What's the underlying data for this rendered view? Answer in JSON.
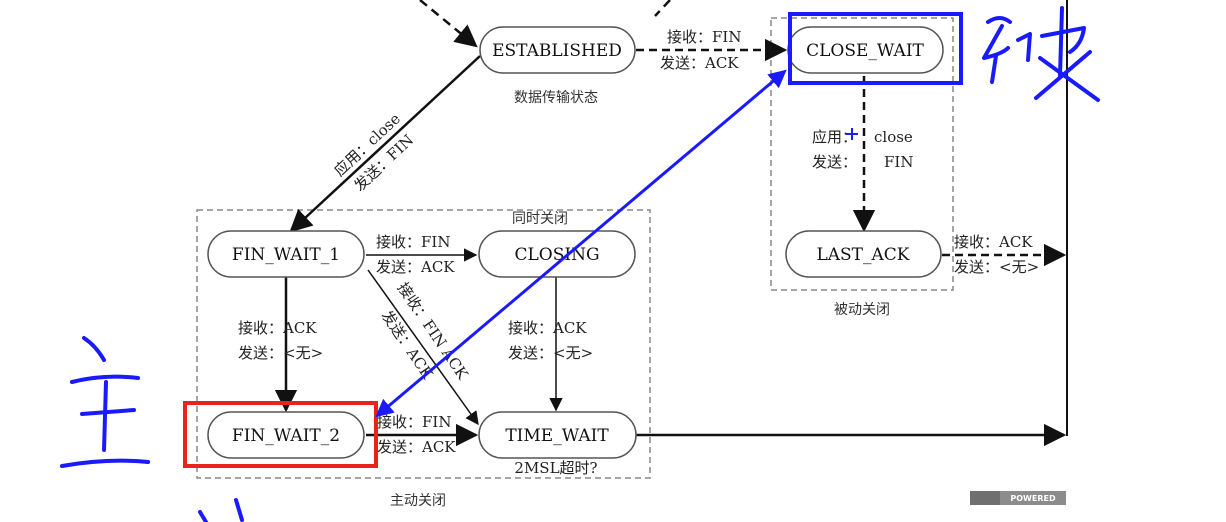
{
  "states": {
    "established": "ESTABLISHED",
    "close_wait": "CLOSE_WAIT",
    "last_ack": "LAST_ACK",
    "fin_wait_1": "FIN_WAIT_1",
    "closing": "CLOSING",
    "fin_wait_2": "FIN_WAIT_2",
    "time_wait": "TIME_WAIT"
  },
  "captions": {
    "data_transfer": "数据传输状态",
    "simultaneous_close": "同时关闭",
    "passive_close": "被动关闭",
    "active_close": "主动关闭",
    "time_wait_note": "2MSL超时?"
  },
  "transitions": {
    "est_to_closewait": {
      "recv": "接收：FIN",
      "send": "发送：ACK"
    },
    "closewait_to_lastack": {
      "app": "应用：",
      "app_val": "close",
      "send": "发送：",
      "send_val": "FIN"
    },
    "lastack_out": {
      "recv": "接收：ACK",
      "send": "发送：<无>"
    },
    "est_to_finwait1": {
      "app": "应用：close",
      "send": "发送：FIN"
    },
    "finwait1_to_closing": {
      "recv": "接收：FIN",
      "send": "发送：ACK"
    },
    "finwait1_to_finwait2": {
      "recv": "接收：ACK",
      "send": "发送：<无>"
    },
    "closing_to_timewait": {
      "recv": "接收：ACK",
      "send": "发送：<无>"
    },
    "finwait1_to_timewait": {
      "recv": "接收：FIN ACK",
      "send": "发送：ACK"
    },
    "finwait2_to_timewait": {
      "recv": "接收：FIN",
      "send": "发送：ACK"
    }
  },
  "watermark": "POWERED",
  "colors": {
    "annotation_blue": "#1a1aff",
    "highlight_red": "#e8231c",
    "line": "#111111",
    "dashed_box": "#888888"
  }
}
